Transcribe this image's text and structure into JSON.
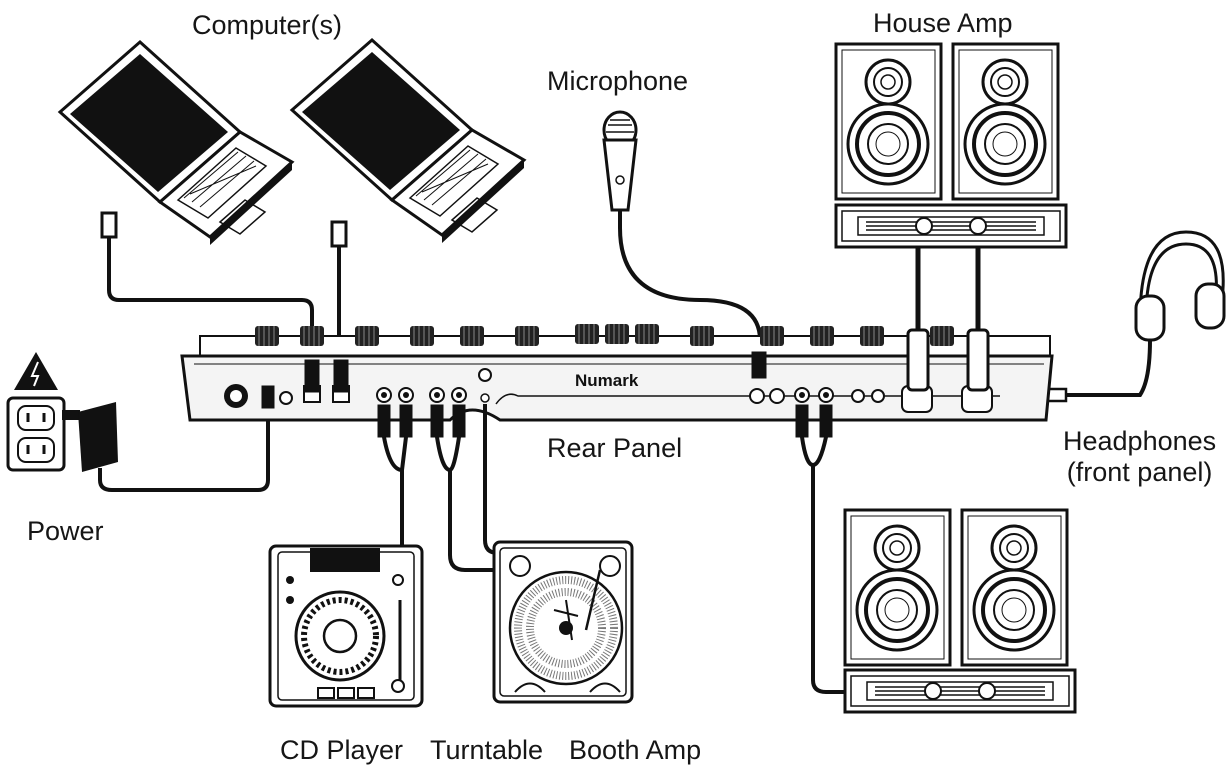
{
  "labels": {
    "computers": "Computer(s)",
    "microphone": "Microphone",
    "house_amp": "House Amp",
    "headphones_line1": "Headphones",
    "headphones_line2": "(front panel)",
    "power": "Power",
    "rear_panel": "Rear Panel",
    "cd_player": "CD Player",
    "turntable": "Turntable",
    "booth_amp": "Booth Amp"
  },
  "brand": "Numark",
  "colors": {
    "line": "#111111",
    "fill": "#ffffff",
    "screen": "#111111",
    "panel": "#f4f4f4"
  }
}
